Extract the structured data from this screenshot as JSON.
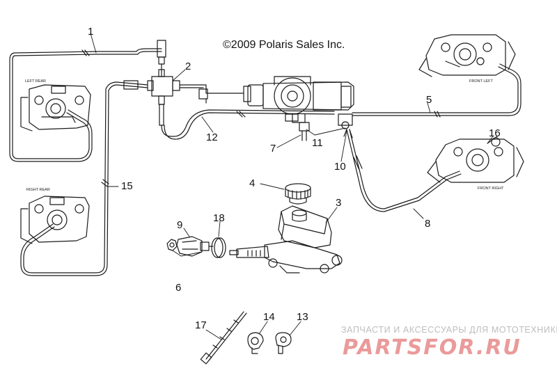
{
  "copyright": "©2009 Polaris Sales Inc.",
  "callouts": [
    "1",
    "2",
    "3",
    "4",
    "5",
    "6",
    "7",
    "8",
    "9",
    "10",
    "11",
    "12",
    "13",
    "14",
    "15",
    "16",
    "17",
    "18"
  ],
  "caliper_labels": {
    "left_rear": "LEFT REAR",
    "right_rear": "RIGHT REAR",
    "front_left": "FRONT LEFT",
    "front_right": "FRONT RIGHT"
  },
  "watermark": {
    "tagline": "ЗАПЧАСТИ И АКСЕССУАРЫ ДЛЯ МОТОТЕХНИКИ",
    "logo": "PARTSFOR.RU"
  }
}
